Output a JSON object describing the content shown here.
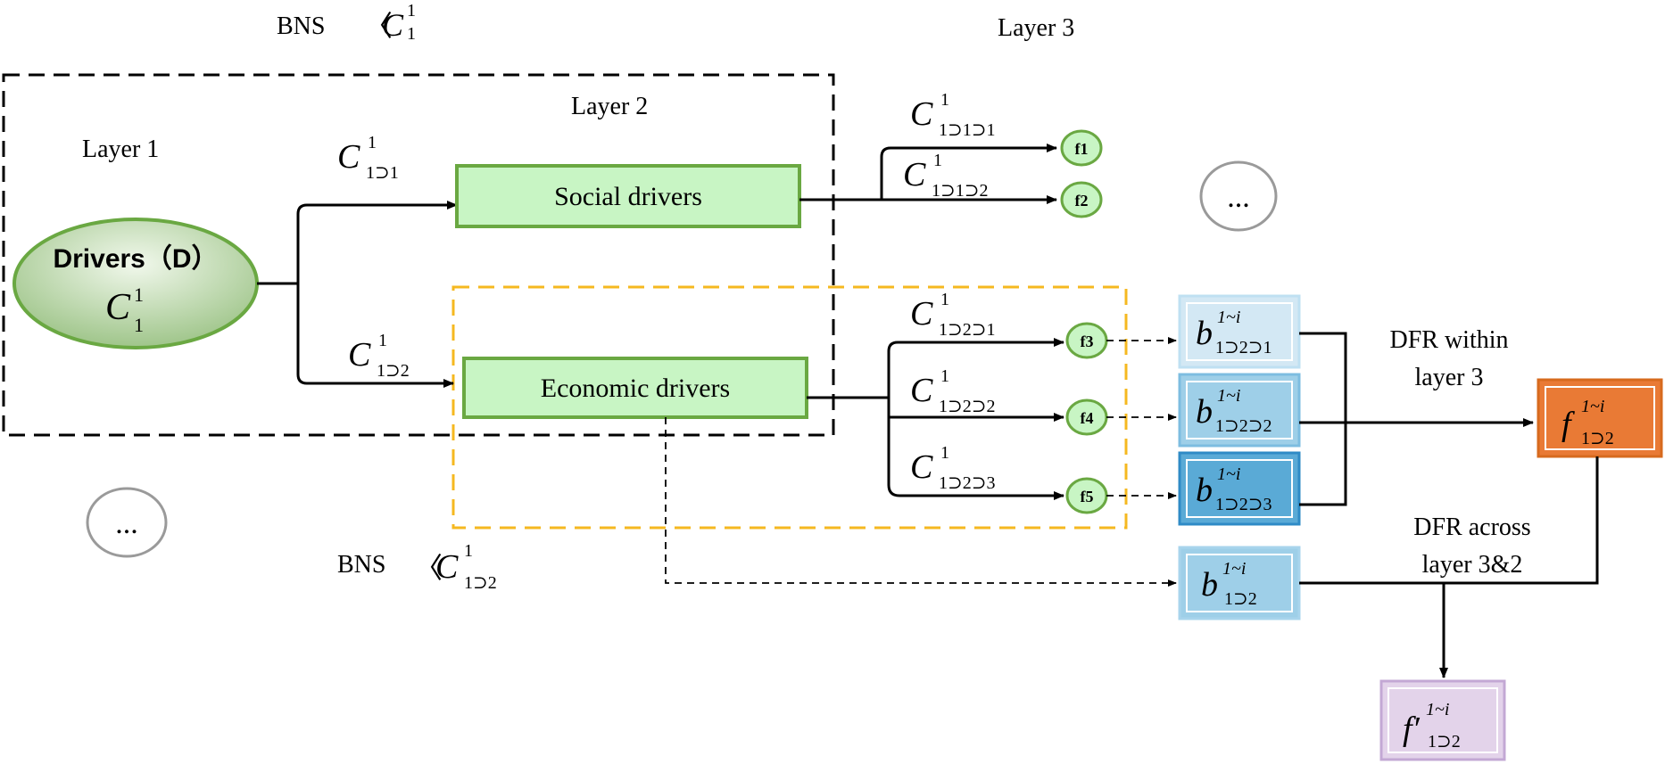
{
  "labels": {
    "layer1": "Layer 1",
    "layer2": "Layer 2",
    "layer3": "Layer 3",
    "bns_prefix": "BNS",
    "bns_bracket": "〈",
    "dfr_within_1": "DFR within",
    "dfr_within_2": "layer 3",
    "dfr_across_1": "DFR across",
    "dfr_across_2": "layer 3&2",
    "ellipsis": "..."
  },
  "root": {
    "title": "Drivers（D）",
    "sym": "C",
    "sup": "1",
    "sub": "1"
  },
  "layer2_nodes": [
    {
      "label": "Social drivers",
      "sym": "C",
      "sup": "1",
      "sub": "1⊃1"
    },
    {
      "label": "Economic drivers",
      "sym": "C",
      "sup": "1",
      "sub": "1⊃2"
    }
  ],
  "bns": [
    {
      "sym": "C",
      "sup": "1",
      "sub": "1"
    },
    {
      "sym": "C",
      "sup": "1",
      "sub": "1⊃2"
    }
  ],
  "factors": [
    {
      "id": "f1",
      "sym": "C",
      "sup": "1",
      "sub": "1⊃1⊃1"
    },
    {
      "id": "f2",
      "sym": "C",
      "sup": "1",
      "sub": "1⊃1⊃2"
    },
    {
      "id": "f3",
      "sym": "C",
      "sup": "1",
      "sub": "1⊃2⊃1"
    },
    {
      "id": "f4",
      "sym": "C",
      "sup": "1",
      "sub": "1⊃2⊃2"
    },
    {
      "id": "f5",
      "sym": "C",
      "sup": "1",
      "sub": "1⊃2⊃3"
    }
  ],
  "belief_boxes": [
    {
      "sym": "b",
      "sup": "1~i",
      "sub": "1⊃2⊃1",
      "color": "#d3e8f4"
    },
    {
      "sym": "b",
      "sup": "1~i",
      "sub": "1⊃2⊃2",
      "color": "#9ecfe8"
    },
    {
      "sym": "b",
      "sup": "1~i",
      "sub": "1⊃2⊃3",
      "color": "#5aaad6"
    },
    {
      "sym": "b",
      "sup": "1~i",
      "sub": "1⊃2",
      "color": "#9ecfe8"
    }
  ],
  "outputs": [
    {
      "sym": "f",
      "sup": "1~i",
      "sub": "1⊃2",
      "color": "#e97a35"
    },
    {
      "sym": "f′",
      "sup": "1~i",
      "sub": "1⊃2",
      "color": "#e3d3ea"
    }
  ],
  "colors": {
    "green_border": "#6aa842",
    "green_fill": "#c8f5c4",
    "orange_dash": "#f5b820",
    "blue_border": "#a8d4ec",
    "dark_blue_border": "#2f8bc6",
    "orange_border": "#d76a1e",
    "purple_border": "#c3a8d4"
  }
}
